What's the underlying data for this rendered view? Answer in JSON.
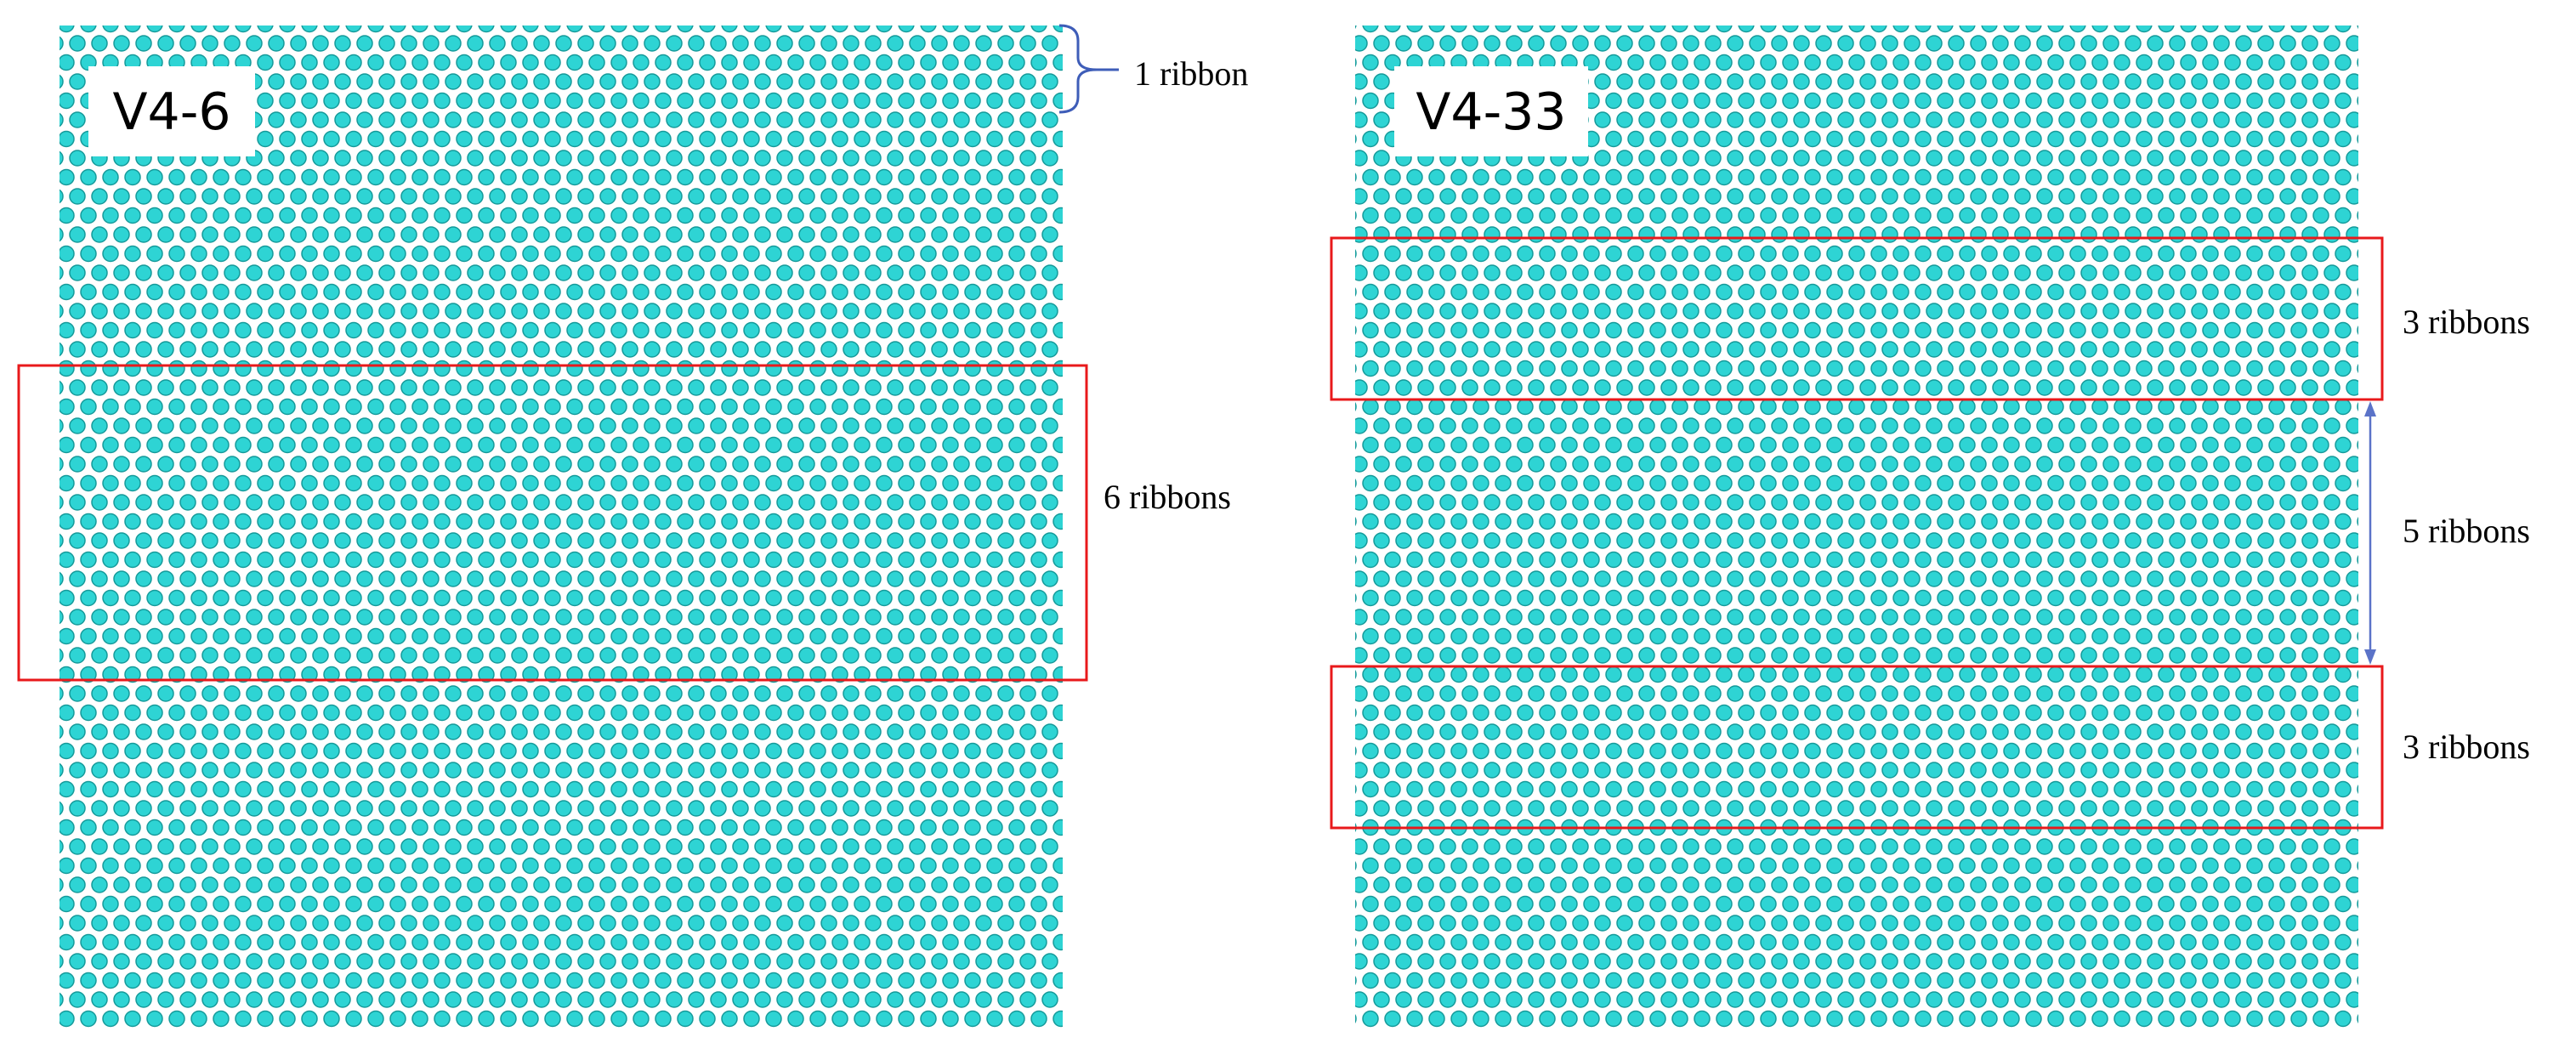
{
  "colors": {
    "atom_fill": "#2ED4D4",
    "atom_stroke": "#159A9A",
    "hole_fill": "#ffffff",
    "highlight_box": "#E8191B",
    "arrow": "#5B73C8",
    "brace": "#3E5DB8"
  },
  "panels": [
    {
      "label": "V4-6",
      "annotations": [
        {
          "text": "1 ribbon"
        },
        {
          "text": "6 ribbons"
        }
      ]
    },
    {
      "label": "V4-33",
      "annotations": [
        {
          "text": "3 ribbons"
        },
        {
          "text": "5 ribbons"
        },
        {
          "text": "3 ribbons"
        }
      ]
    }
  ]
}
